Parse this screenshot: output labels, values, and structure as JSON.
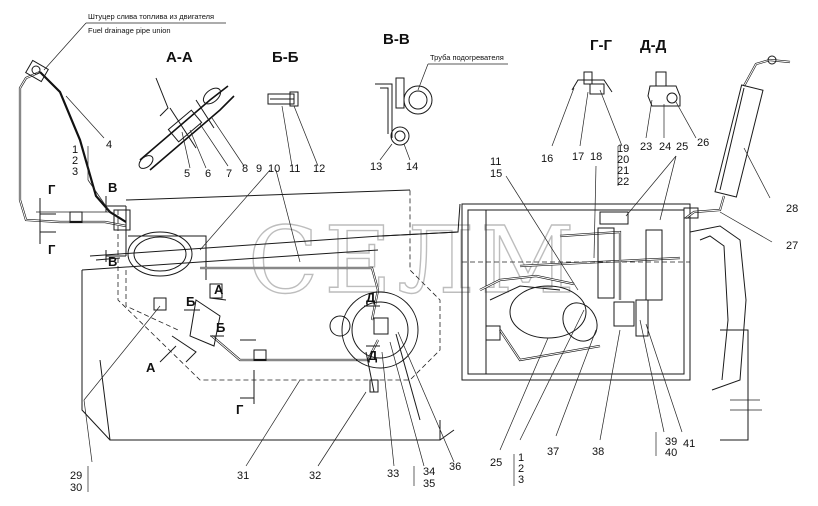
{
  "notes": {
    "ru": "Штуцер слива топлива из двигателя",
    "en": "Fuel drainage pipe union",
    "heater_pipe": "Труба подогревателя"
  },
  "watermark": "СЕЛМ",
  "sections": [
    "А-А",
    "Б-Б",
    "В-В",
    "Г-Г",
    "Д-Д"
  ],
  "marks": {
    "v1": "В",
    "v2": "В",
    "g1": "Г",
    "g2": "Г",
    "g3": "Г",
    "a1": "А",
    "a2": "А",
    "b1": "Б",
    "b2": "Б",
    "d1": "Д",
    "d2": "Д"
  },
  "callouts": {
    "c1": "1",
    "c2": "2",
    "c3": "3",
    "c4": "4",
    "c5": "5",
    "c6": "6",
    "c7": "7",
    "c8": "8",
    "c9": "9",
    "c10": "10",
    "c11": "11",
    "c12": "12",
    "c13": "13",
    "c14": "14",
    "c11b": "11",
    "c15": "15",
    "c16": "16",
    "c17": "17",
    "c18": "18",
    "c19": "19",
    "c20": "20",
    "c21": "21",
    "c22": "22",
    "c23": "23",
    "c24": "24",
    "c25": "25",
    "c26": "26",
    "c27": "27",
    "c28": "28",
    "c29": "29",
    "c30": "30",
    "c31": "31",
    "c32": "32",
    "c33": "33",
    "c34": "34",
    "c35": "35",
    "c36": "36",
    "c25b": "25",
    "c1b": "1",
    "c2b": "2",
    "c3b": "3",
    "c37": "37",
    "c38": "38",
    "c39": "39",
    "c40": "40",
    "c41": "41"
  }
}
